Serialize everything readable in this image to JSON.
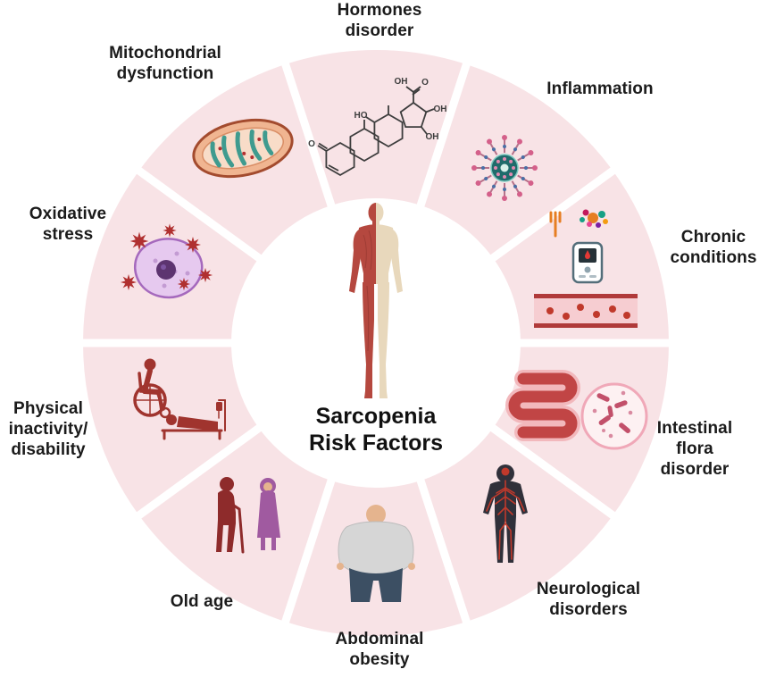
{
  "diagram": {
    "center": {
      "title": "Sarcopenia\nRisk Factors"
    },
    "palette": {
      "segment_fill": "#f8e3e6",
      "divider": "#ffffff",
      "label_color": "#1b1b1b",
      "muscle_red": "#b5483f",
      "skeleton_beige": "#e8d8bc",
      "dark_red": "#a0342e",
      "purple": "#a05aa0"
    },
    "segments": [
      {
        "label": "Hormones\ndisorder",
        "icon": "hormone-molecule-icon"
      },
      {
        "label": "Inflammation",
        "icon": "inflammation-virus-icon"
      },
      {
        "label": "Chronic\nconditions",
        "icon": "glucose-meter-blood-vessel-icon"
      },
      {
        "label": "Intestinal\nflora\ndisorder",
        "icon": "intestine-bacteria-icon"
      },
      {
        "label": "Neurological\ndisorders",
        "icon": "nervous-system-body-icon"
      },
      {
        "label": "Abdominal\nobesity",
        "icon": "obese-torso-icon"
      },
      {
        "label": "Old age",
        "icon": "elderly-couple-icon"
      },
      {
        "label": "Physical\ninactivity/\ndisability",
        "icon": "wheelchair-bed-icon"
      },
      {
        "label": "Oxidative\nstress",
        "icon": "cell-free-radicals-icon"
      },
      {
        "label": "Mitochondrial\ndysfunction",
        "icon": "mitochondria-icon"
      }
    ]
  }
}
